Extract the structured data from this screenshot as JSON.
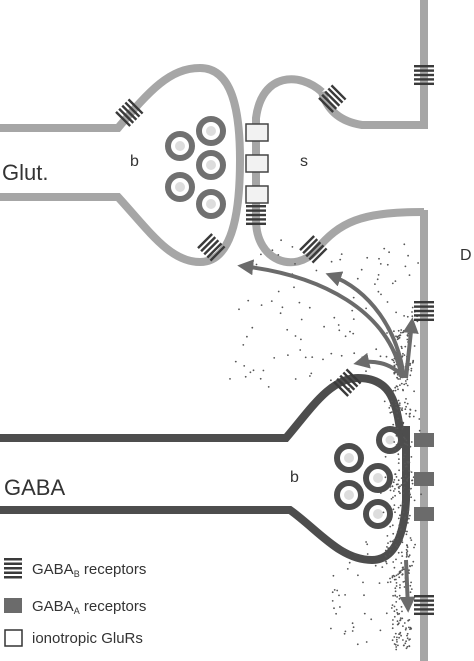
{
  "labels": {
    "glut": "Glut.",
    "gaba": "GABA",
    "bouton_top": "b",
    "spine": "s",
    "dendrite": "D",
    "bouton_bottom": "b"
  },
  "legend": {
    "gabab": {
      "main": "GABA",
      "sub": "B",
      "rest": " receptors"
    },
    "gabaa": {
      "main": "GABA",
      "sub": "A",
      "rest": " receptors"
    },
    "glur": {
      "text": "ionotropic GluRs"
    }
  },
  "colors": {
    "glutamatergic": "#a6a6a6",
    "gabaergic": "#4d4d4d",
    "receptor_b": "#3a3a3a",
    "receptor_a": "#6b6b6b",
    "glur_fill": "#f2f2f2",
    "arrow": "#6b6b6b"
  }
}
